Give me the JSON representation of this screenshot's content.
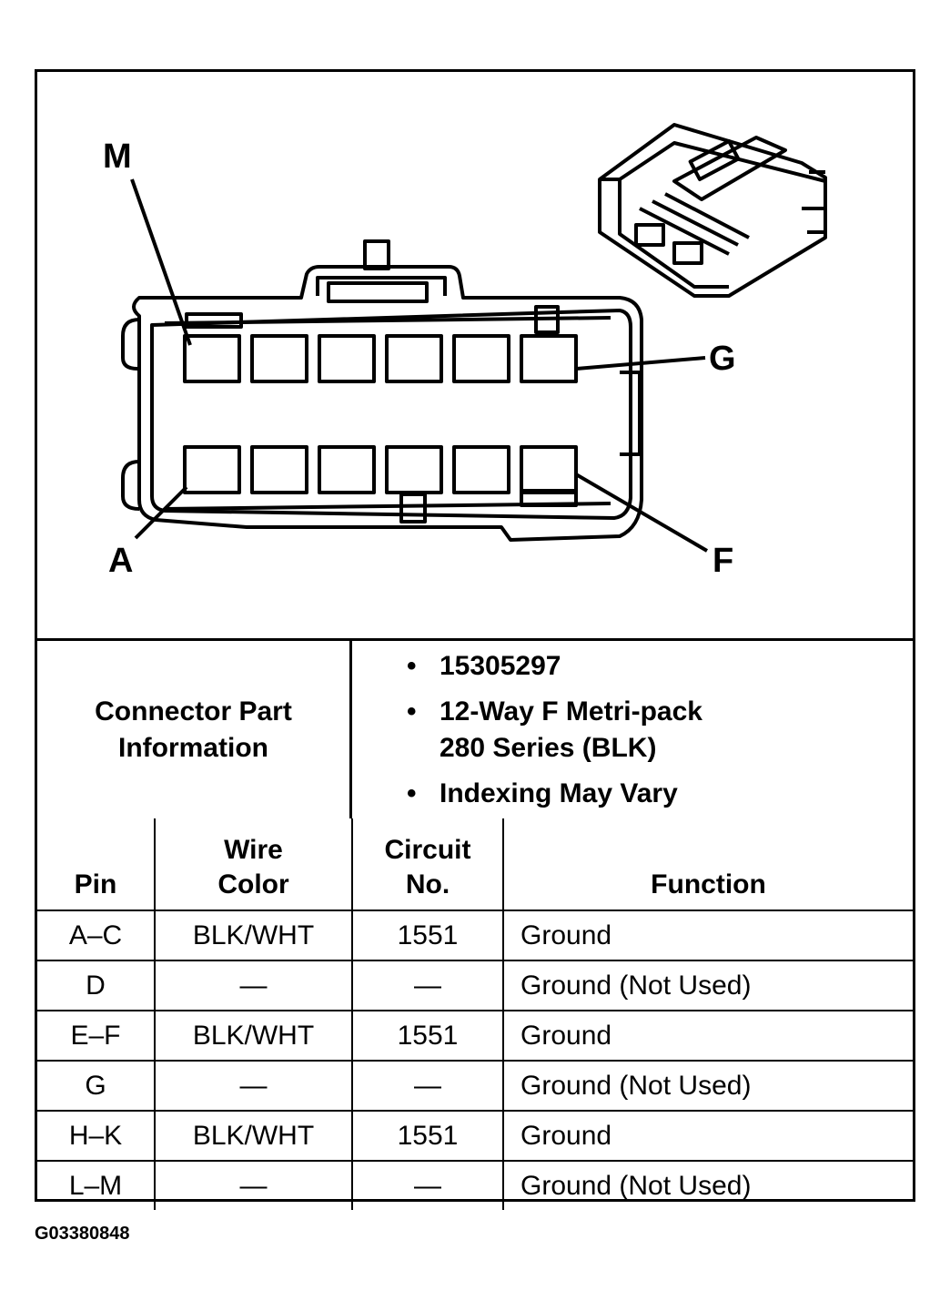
{
  "diagram": {
    "pin_labels": {
      "m": "M",
      "a": "A",
      "g": "G",
      "f": "F"
    }
  },
  "connector_info": {
    "label_line1": "Connector Part",
    "label_line2": "Information",
    "bullet_symbol": "•",
    "part_number": "15305297",
    "type_line1": "12-Way F Metri-pack",
    "type_line2": "280 Series (BLK)",
    "note": "Indexing May Vary"
  },
  "table": {
    "headers": {
      "pin": "Pin",
      "wire_color_1": "Wire",
      "wire_color_2": "Color",
      "circuit_1": "Circuit",
      "circuit_2": "No.",
      "function": "Function"
    },
    "rows": [
      {
        "pin": "A–C",
        "wire": "BLK/WHT",
        "circuit": "1551",
        "function": "Ground"
      },
      {
        "pin": "D",
        "wire": "—",
        "circuit": "—",
        "function": "Ground (Not Used)"
      },
      {
        "pin": "E–F",
        "wire": "BLK/WHT",
        "circuit": "1551",
        "function": "Ground"
      },
      {
        "pin": "G",
        "wire": "—",
        "circuit": "—",
        "function": "Ground (Not Used)"
      },
      {
        "pin": "H–K",
        "wire": "BLK/WHT",
        "circuit": "1551",
        "function": "Ground"
      },
      {
        "pin": "L–M",
        "wire": "—",
        "circuit": "—",
        "function": "Ground (Not Used)"
      }
    ]
  },
  "footer": {
    "code": "G03380848"
  }
}
